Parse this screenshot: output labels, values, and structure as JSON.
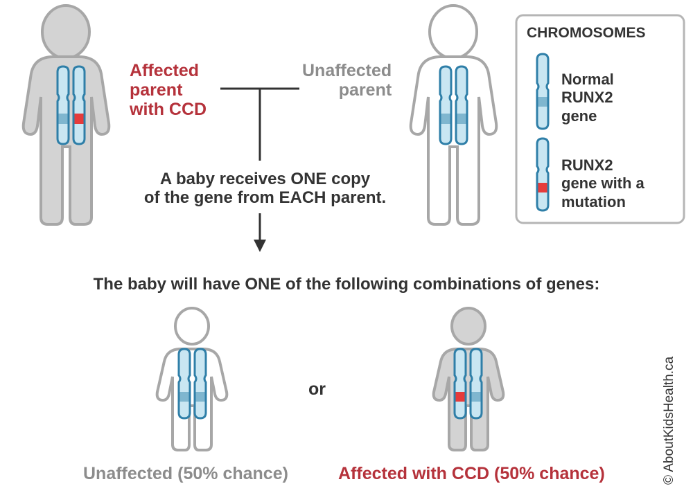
{
  "parents": {
    "affected_label": [
      "Affected",
      "parent",
      "with CCD"
    ],
    "unaffected_label": [
      "Unaffected",
      "parent"
    ]
  },
  "inheritance_note": [
    "A baby receives ONE copy",
    "of the gene from EACH parent."
  ],
  "combinations_heading": "The baby will have ONE of the following combinations of genes:",
  "separator": "or",
  "outcomes": {
    "unaffected": "Unaffected (50% chance)",
    "affected": "Affected with CCD (50% chance)"
  },
  "legend": {
    "title": "CHROMOSOMES",
    "normal": [
      "Normal",
      "RUNX2",
      "gene"
    ],
    "mutation": [
      "RUNX2",
      "gene with a",
      "mutation"
    ]
  },
  "copyright": "© AboutKidsHealth.ca",
  "colors": {
    "affected_text": "#b5323b",
    "unaffected_text": "#8c8c8c",
    "body_fill_affected": "#d3d3d3",
    "body_outline": "#a7a7a7",
    "chromosome_fill": "#c9e6f2",
    "chromosome_outline": "#2f7fa8",
    "normal_band": "#7fb6cf",
    "mutation_band": "#e63b3b"
  }
}
